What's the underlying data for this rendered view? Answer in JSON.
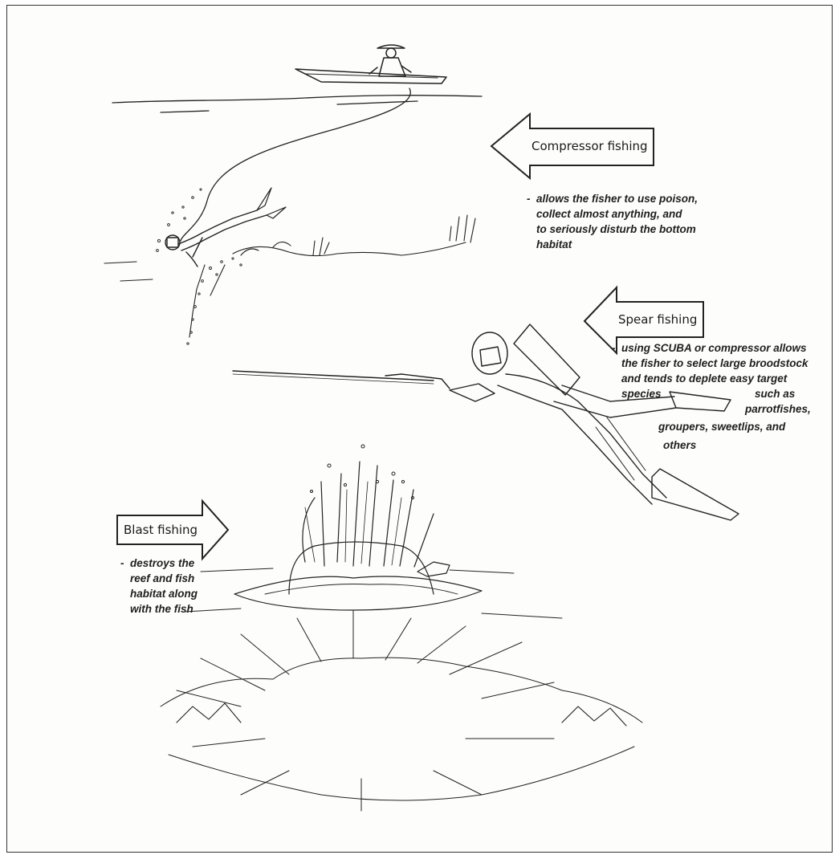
{
  "callouts": {
    "compressor": {
      "label": "Compressor fishing",
      "dash": "-",
      "lines": [
        "allows the fisher to use poison,",
        "collect almost anything, and",
        "to seriously disturb the bottom",
        "habitat"
      ]
    },
    "spear": {
      "label": "Spear fishing",
      "dash": "-",
      "lines": [
        "using SCUBA or compressor allows",
        "the fisher to select large broodstock",
        "and tends to deplete easy target",
        "such as",
        "parrotfishes,",
        "groupers, sweetlips, and",
        "others"
      ],
      "species_word": "species"
    },
    "blast": {
      "label": "Blast fishing",
      "dash": "-",
      "lines": [
        "destroys the",
        "reef and fish",
        "habitat along",
        "with the fish"
      ]
    }
  },
  "illustrations": [
    "boat-with-fisher",
    "compressor-hose",
    "compressor-diver",
    "scuba-spear-diver",
    "underwater-explosion",
    "damaged-reef"
  ],
  "colors": {
    "ink": "#222222",
    "paper": "#fdfdfb",
    "frame": "#333333"
  }
}
